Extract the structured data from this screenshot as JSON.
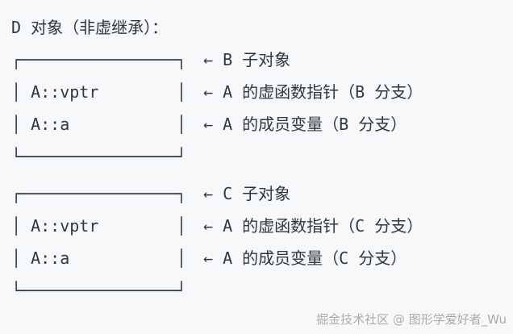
{
  "title": "D 对象（非虚继承）：",
  "colors": {
    "background": "#f7f8fa",
    "text": "#2f3640",
    "watermark": "#a9a9a9"
  },
  "watermark": "掘金技术社区 @ 图形学爱好者_Wu",
  "blocks": [
    {
      "name": "B-subobject",
      "rows": [
        {
          "box": "┌────────────────┐",
          "note": "← B 子对象"
        },
        {
          "box": "│ A::vptr        │",
          "note": "← A 的虚函数指针（B 分支）"
        },
        {
          "box": "│ A::a           │",
          "note": "← A 的成员变量（B 分支）"
        },
        {
          "box": "└────────────────┘",
          "note": ""
        }
      ]
    },
    {
      "name": "C-subobject",
      "rows": [
        {
          "box": "┌────────────────┐",
          "note": "← C 子对象"
        },
        {
          "box": "│ A::vptr        │",
          "note": "← A 的虚函数指针（C 分支）"
        },
        {
          "box": "│ A::a           │",
          "note": "← A 的成员变量（C 分支）"
        },
        {
          "box": "└────────────────┘",
          "note": ""
        }
      ]
    }
  ]
}
